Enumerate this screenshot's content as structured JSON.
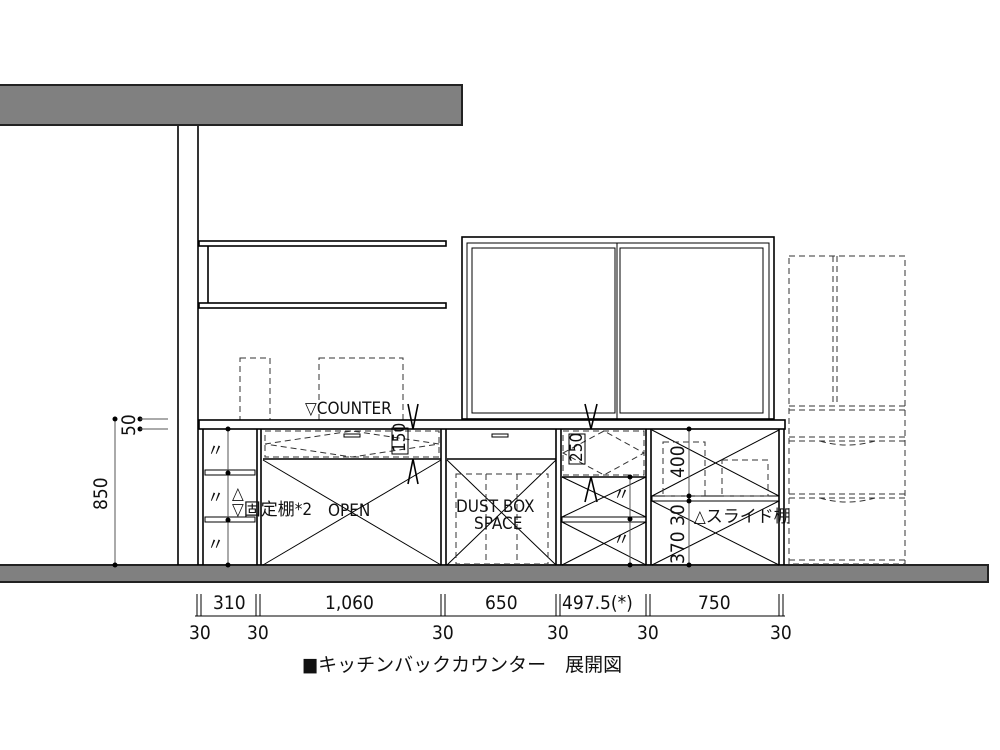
{
  "drawing": {
    "title": "■キッチンバックカウンター　展開図",
    "counter_label": "▽COUNTER",
    "fixed_shelf_label_up": "△",
    "fixed_shelf_label": "▽固定棚*2",
    "open_label": "OPEN",
    "dust_box_line1": "DUST BOX",
    "dust_box_line2": "SPACE",
    "slide_shelf_label": "△スライド棚",
    "drawer_height_1": "150",
    "drawer_height_2": "250",
    "vertical_dims": {
      "total_height": "850",
      "counter_thickness": "50",
      "upper_box": "400",
      "divider": "30",
      "lower_box": "370"
    },
    "horizontal_dims": {
      "widths": [
        "310",
        "1,060",
        "650",
        "497.5(*)",
        "750"
      ],
      "gaps": [
        "30",
        "30",
        "30",
        "30",
        "30",
        "30"
      ]
    },
    "colors": {
      "slab": "#808080",
      "line": "#000000",
      "background": "#ffffff"
    }
  }
}
